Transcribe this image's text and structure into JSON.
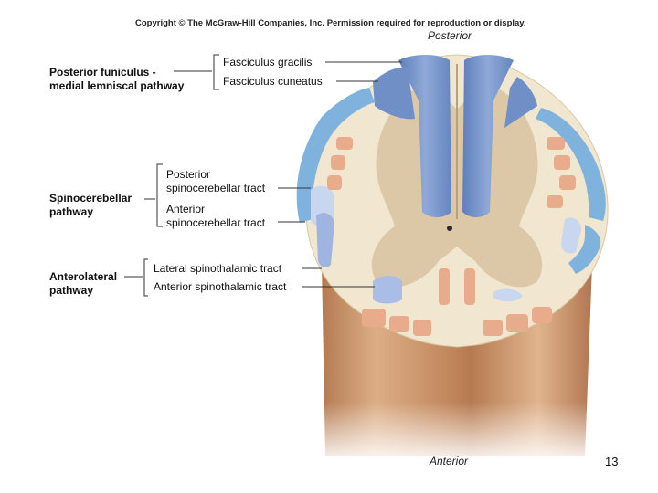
{
  "copyright": "Copyright © The McGraw-Hill Companies, Inc. Permission required for reproduction or display.",
  "orientation": {
    "top": "Posterior",
    "bottom": "Anterior"
  },
  "groups": [
    {
      "label_lines": [
        "Posterior funiculus -",
        "medial lemniscal pathway"
      ],
      "tracts": [
        "Fasciculus gracilis",
        "Fasciculus cuneatus"
      ]
    },
    {
      "label_lines": [
        "Spinocerebellar",
        "pathway"
      ],
      "tracts": [
        "Posterior",
        "spinocerebellar tract",
        "Anterior",
        "spinocerebellar tract"
      ]
    },
    {
      "label_lines": [
        "Anterolateral",
        "pathway"
      ],
      "tracts": [
        "Lateral spinothalamic tract",
        "Anterior spinothalamic tract"
      ]
    }
  ],
  "page_number": "13",
  "colors": {
    "column_tan": "#c9956e",
    "white_matter": "#f1e6cf",
    "gray_matter": "#d8c29f",
    "posterior_funiculus_blue": "#6f8fc6",
    "spinocerebellar_blue": "#7fb3de",
    "pale_tract": "#c9d6ef",
    "salmon_tract": "#e8ab8c"
  }
}
